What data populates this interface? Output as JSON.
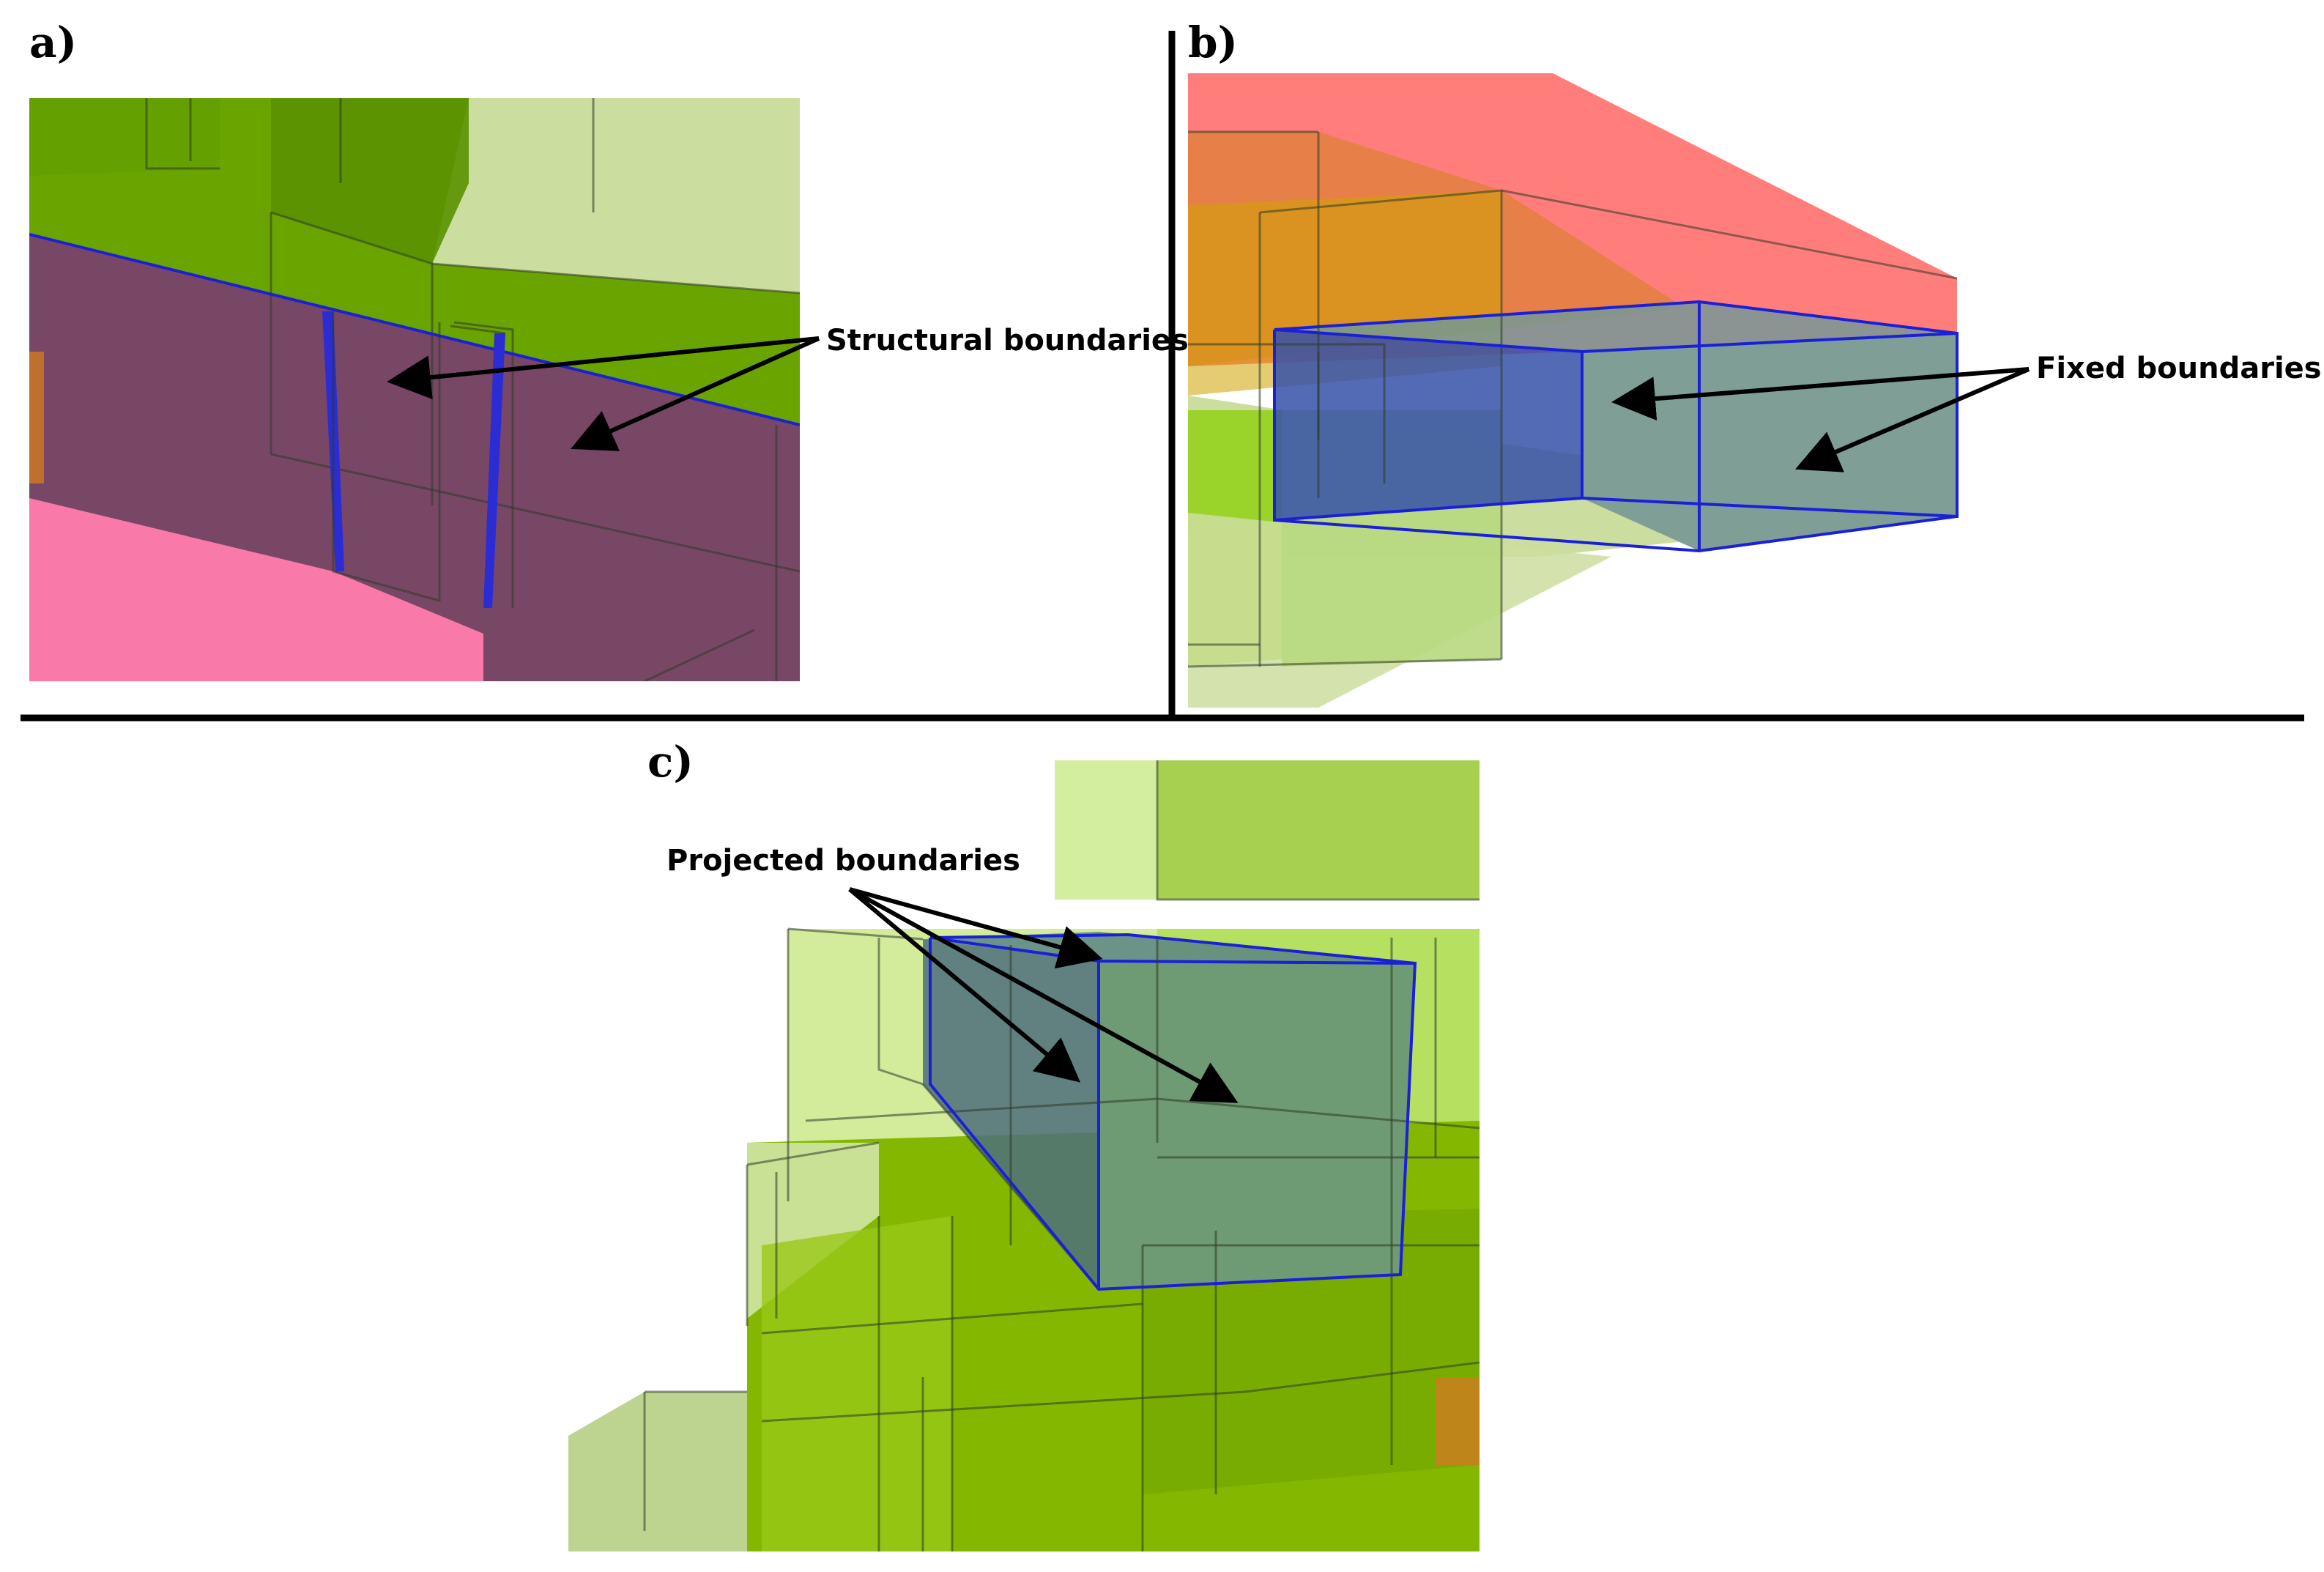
{
  "panels": {
    "a": {
      "label": "a)",
      "callout": "Structural boundaries"
    },
    "b": {
      "label": "b)",
      "callout": "Fixed boundaries"
    },
    "c": {
      "label": "c)",
      "callout": "Projected boundaries"
    }
  },
  "colors": {
    "green_bright": "#6aa400",
    "green_light": "#ccde9f",
    "green_dark": "#5f9a10",
    "purple_face": "#784765",
    "pink_floor": "#f97aa8",
    "red_top": "#ff7d7a",
    "orange": "#e07f3c",
    "blue_edge": "#1a20d8",
    "blue_face": "#4a5ea0",
    "teal_face": "#7e9e96",
    "divider": "#000000"
  }
}
